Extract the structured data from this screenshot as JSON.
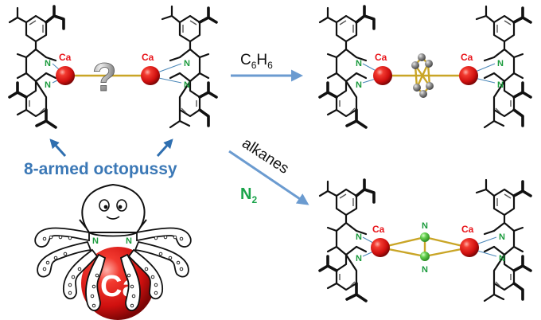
{
  "labels": {
    "ca": "Ca",
    "n": "N",
    "question": "?",
    "caption": "8-armed octopussy",
    "benzene_main": "C",
    "benzene_sub1": "6",
    "benzene_mid": "H",
    "benzene_sub2": "6",
    "alkanes": "alkanes",
    "n2_main": "N",
    "n2_sub": "2",
    "octopus_ca": "Ca"
  },
  "colors": {
    "calcium": "#e8141a",
    "nitrogen": "#1a9a3c",
    "dinitrogen_atom": "#5cc84a",
    "arrow": "#6b9bd0",
    "caption": "#3b78b6",
    "bond_gold": "#c9a526",
    "carbon": "#8a8a8a"
  }
}
